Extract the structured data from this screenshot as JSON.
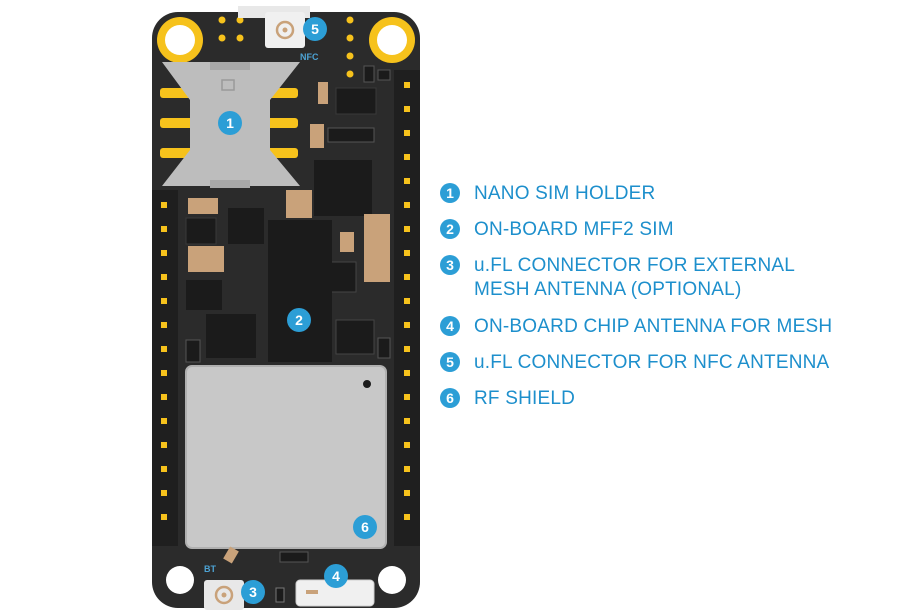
{
  "colors": {
    "pcb": "#2b2b2b",
    "pcb_edge": "#1f1f1f",
    "gold": "#f6c21c",
    "shield": "#c8c8c8",
    "accent": "#2c9ed6",
    "label_text": "#1d8fcc",
    "copper_tan": "#c9a27a"
  },
  "board": {
    "silk_nfc": "NFC",
    "silk_bt": "BT"
  },
  "markers": [
    {
      "number": "1",
      "component": "nano-sim-holder"
    },
    {
      "number": "2",
      "component": "mff2-sim"
    },
    {
      "number": "3",
      "component": "ufl-mesh-connector"
    },
    {
      "number": "4",
      "component": "chip-antenna"
    },
    {
      "number": "5",
      "component": "ufl-nfc-connector"
    },
    {
      "number": "6",
      "component": "rf-shield"
    }
  ],
  "legend": [
    {
      "number": "1",
      "lines": [
        "NANO SIM HOLDER"
      ]
    },
    {
      "number": "2",
      "lines": [
        "ON-BOARD MFF2 SIM"
      ]
    },
    {
      "number": "3",
      "lines": [
        "u.FL CONNECTOR FOR EXTERNAL",
        "MESH ANTENNA (OPTIONAL)"
      ]
    },
    {
      "number": "4",
      "lines": [
        "ON-BOARD CHIP ANTENNA FOR MESH"
      ]
    },
    {
      "number": "5",
      "lines": [
        "u.FL CONNECTOR FOR NFC ANTENNA"
      ]
    },
    {
      "number": "6",
      "lines": [
        "RF SHIELD"
      ]
    }
  ]
}
